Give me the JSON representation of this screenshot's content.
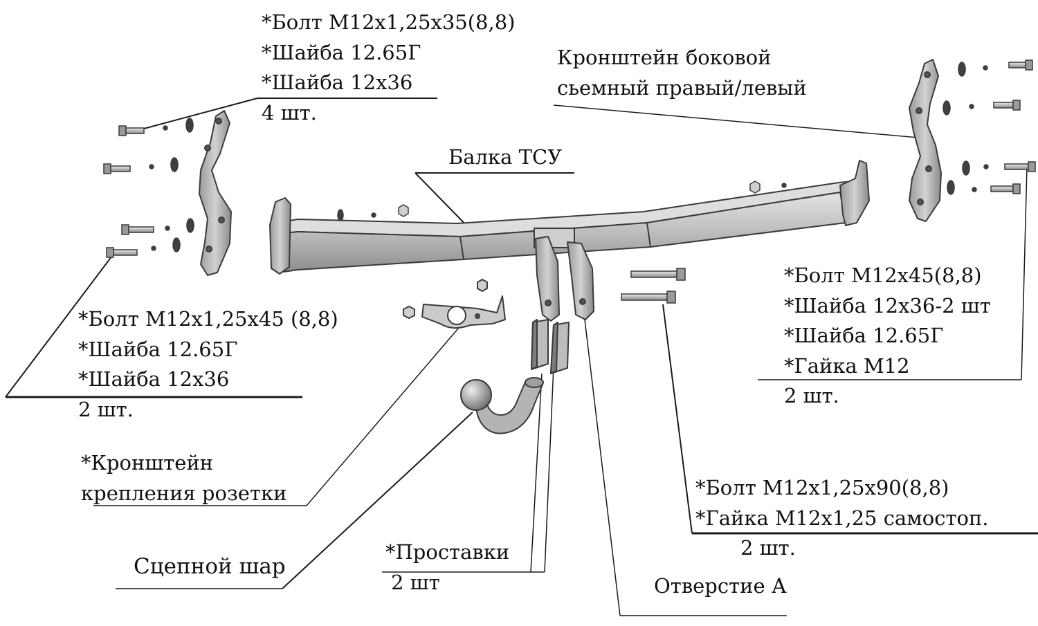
{
  "labels": {
    "top_left": {
      "lines": [
        "*Болт М12х1,25х35(8,8)",
        "*Шайба 12.65Г",
        "*Шайба 12х36",
        "4 шт."
      ]
    },
    "bracket_side": {
      "lines": [
        "Кронштейн боковой",
        "сьемный правый/левый"
      ]
    },
    "beam": {
      "lines": [
        "Балка ТСУ"
      ]
    },
    "right": {
      "lines": [
        "*Болт М12х45(8,8)",
        "*Шайба 12х36-2 шт",
        "*Шайба 12.65Г",
        "*Гайка М12",
        "2 шт."
      ]
    },
    "left": {
      "lines": [
        "*Болт М12х1,25х45 (8,8)",
        "*Шайба 12.65Г",
        "*Шайба 12х36",
        "2 шт."
      ]
    },
    "socket_bracket": {
      "lines": [
        "*Кронштейн",
        "крепления розетки"
      ]
    },
    "bolt_90": {
      "lines": [
        "*Болт М12х1,25х90(8,8)",
        "*Гайка М12х1,25    самостоп.",
        "2 шт."
      ]
    },
    "spacers": {
      "lines": [
        "*Проставки",
        "2 шт"
      ]
    },
    "tow_ball": {
      "lines": [
        "Сцепной шар"
      ]
    },
    "hole_a": {
      "lines": [
        "Отверстие А"
      ]
    }
  },
  "colors": {
    "part_fill": "#c9c9c9",
    "part_dark": "#8c8c8c",
    "part_stroke": "#3a3a3a",
    "leader": "#1a1a1a"
  }
}
